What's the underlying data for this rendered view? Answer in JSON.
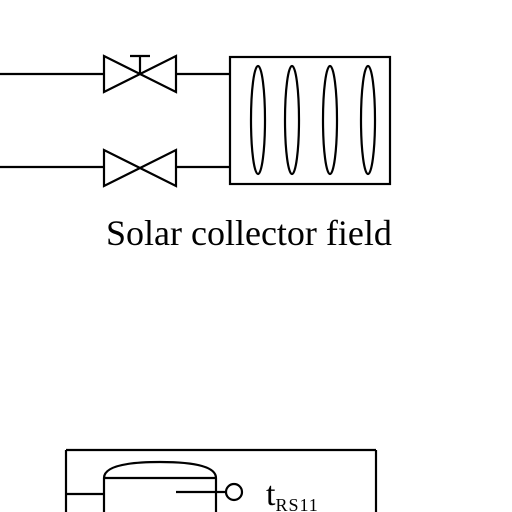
{
  "diagram": {
    "collector_label": "Solar collector field",
    "sensor_label": {
      "main": "t",
      "subscript": "RS11"
    }
  }
}
